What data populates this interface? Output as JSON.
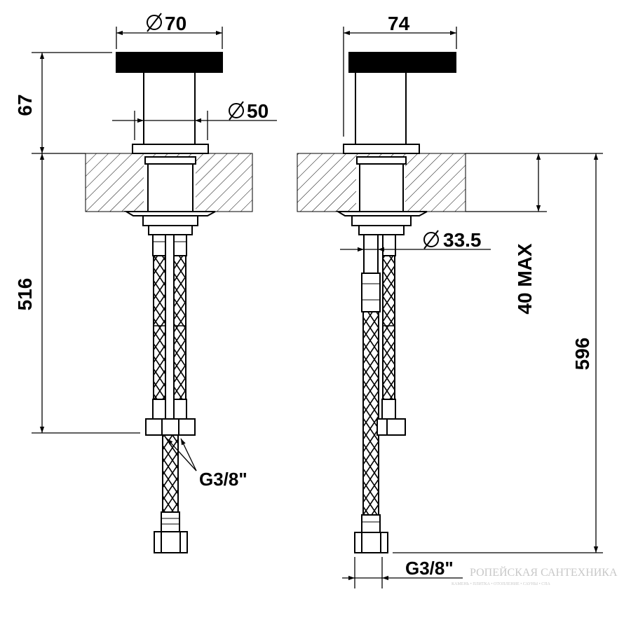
{
  "dimensions": {
    "left_view": {
      "diameter_top": "70",
      "diameter_body": "50",
      "height_top": "67",
      "hose_length": "516",
      "thread": "G3/8\""
    },
    "right_view": {
      "width_top": "74",
      "diameter_shank": "33.5",
      "max_thickness": "40 MAX",
      "total_length": "596",
      "thread": "G3/8\""
    }
  },
  "watermark": {
    "line1": "РОПЕЙСКАЯ САНТЕХНИКА",
    "line2": "КАМЕНЬ • ПЛИТКА • ОТОПЛЕНИЕ • САУНЫ • СПА"
  },
  "colors": {
    "line": "#000000",
    "background": "#ffffff",
    "watermark": "#c8c8c8"
  }
}
